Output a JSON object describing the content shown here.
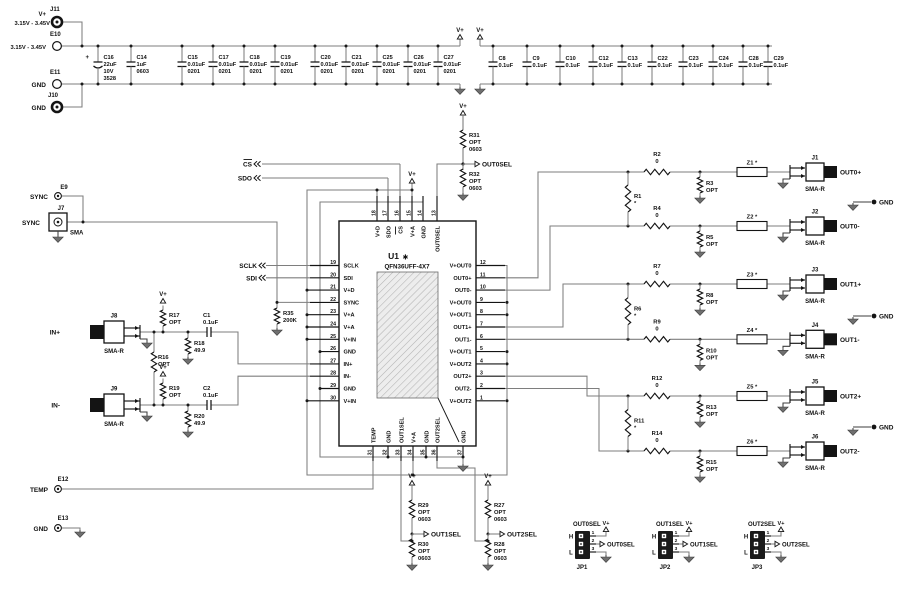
{
  "labels": {
    "vplus": "V+",
    "plus": "+"
  },
  "power": {
    "j11": "J11",
    "j11_signal": "V+",
    "j11_range": "3.15V - 3.45V",
    "e10": "E10",
    "e10_range": "3.15V - 3.45V",
    "e11": "E11",
    "e11_label": "GND",
    "j10": "J10",
    "j10_label": "GND"
  },
  "cap_bank1": [
    {
      "ref": "C16",
      "value": "22uF",
      "note": "10V",
      "size": "3528"
    },
    {
      "ref": "C14",
      "value": "1uF",
      "size": "0603"
    },
    {
      "ref": "C15",
      "value": "0.01uF",
      "size": "0201"
    },
    {
      "ref": "C17",
      "value": "0.01uF",
      "size": "0201"
    },
    {
      "ref": "C18",
      "value": "0.01uF",
      "size": "0201"
    },
    {
      "ref": "C19",
      "value": "0.01uF",
      "size": "0201"
    },
    {
      "ref": "C20",
      "value": "0.01uF",
      "size": "0201"
    },
    {
      "ref": "C21",
      "value": "0.01uF",
      "size": "0201"
    },
    {
      "ref": "C25",
      "value": "0.01uF",
      "size": "0201"
    },
    {
      "ref": "C26",
      "value": "0.01uF",
      "size": "0201"
    },
    {
      "ref": "C27",
      "value": "0.01uF",
      "size": "0201"
    }
  ],
  "cap_bank2": [
    {
      "ref": "C8",
      "value": "0.1uF"
    },
    {
      "ref": "C9",
      "value": "0.1uF"
    },
    {
      "ref": "C10",
      "value": "0.1uF"
    },
    {
      "ref": "C12",
      "value": "0.1uF"
    },
    {
      "ref": "C13",
      "value": "0.1uF"
    },
    {
      "ref": "C22",
      "value": "0.1uF"
    },
    {
      "ref": "C23",
      "value": "0.1uF"
    },
    {
      "ref": "C24",
      "value": "0.1uF"
    },
    {
      "ref": "C28",
      "value": "0.1uF"
    },
    {
      "ref": "C29",
      "value": "0.1uF"
    }
  ],
  "spi": {
    "cs": "CS",
    "sdo": "SDO",
    "sclk": "SCLK",
    "sdi": "SDI"
  },
  "sync": {
    "e9": "E9",
    "e9_label": "SYNC",
    "j7": "J7",
    "j7_label": "SYNC",
    "j7_type": "SMA"
  },
  "r35": {
    "ref": "R35",
    "value": "200K"
  },
  "r16": {
    "ref": "R16",
    "value": "OPT"
  },
  "inputs": [
    {
      "jack": "J8",
      "type": "SMA-R",
      "signal": "IN+",
      "pull_ref": "R17",
      "pull_val": "OPT",
      "term_ref": "R18",
      "term_val": "49.9",
      "cap_ref": "C1",
      "cap_val": "0.1uF"
    },
    {
      "jack": "J9",
      "type": "SMA-R",
      "signal": "IN-",
      "pull_ref": "R19",
      "pull_val": "OPT",
      "term_ref": "R20",
      "term_val": "49.9",
      "cap_ref": "C2",
      "cap_val": "0.1uF"
    }
  ],
  "chip": {
    "ref": "U1",
    "star": "✱",
    "part": "QFN36UFF-4X7",
    "left_pins": [
      {
        "n": "19",
        "label": "SCLK"
      },
      {
        "n": "20",
        "label": "SDI"
      },
      {
        "n": "21",
        "label": "V+D"
      },
      {
        "n": "22",
        "label": "SYNC"
      },
      {
        "n": "23",
        "label": "V+A"
      },
      {
        "n": "24",
        "label": "V+A"
      },
      {
        "n": "25",
        "label": "V+IN"
      },
      {
        "n": "26",
        "label": "GND"
      },
      {
        "n": "27",
        "label": "IN+"
      },
      {
        "n": "28",
        "label": "IN-"
      },
      {
        "n": "29",
        "label": "GND"
      },
      {
        "n": "30",
        "label": "V+IN"
      }
    ],
    "right_pins": [
      {
        "n": "12",
        "label": "V+OUT0"
      },
      {
        "n": "11",
        "label": "OUT0+"
      },
      {
        "n": "10",
        "label": "OUT0-"
      },
      {
        "n": "9",
        "label": "V+OUT0"
      },
      {
        "n": "8",
        "label": "V+OUT1"
      },
      {
        "n": "7",
        "label": "OUT1+"
      },
      {
        "n": "6",
        "label": "OUT1-"
      },
      {
        "n": "5",
        "label": "V+OUT1"
      },
      {
        "n": "4",
        "label": "V+OUT2"
      },
      {
        "n": "3",
        "label": "OUT2+"
      },
      {
        "n": "2",
        "label": "OUT2-"
      },
      {
        "n": "1",
        "label": "V+OUT2"
      }
    ],
    "top_pins": [
      {
        "n": "18",
        "label": "V+D"
      },
      {
        "n": "17",
        "label": "SDO"
      },
      {
        "n": "16",
        "label": "CS"
      },
      {
        "n": "15",
        "label": "V+A"
      },
      {
        "n": "14",
        "label": "GND"
      },
      {
        "n": "13",
        "label": "OUT0SEL"
      }
    ],
    "bottom_pins": [
      {
        "n": "31",
        "label": "TEMP"
      },
      {
        "n": "32",
        "label": "GND"
      },
      {
        "n": "33",
        "label": "OUT1SEL"
      },
      {
        "n": "34",
        "label": "V+A"
      },
      {
        "n": "35",
        "label": "GND"
      },
      {
        "n": "36",
        "label": "OUT2SEL"
      },
      {
        "n": "37",
        "label": "GND"
      }
    ]
  },
  "sel_stacks": [
    {
      "top_ref": "R31",
      "top_val": "OPT",
      "top_size": "0603",
      "bot_ref": "R32",
      "bot_val": "OPT",
      "bot_size": "0603",
      "signal": "OUT0SEL"
    },
    {
      "top_ref": "R29",
      "top_val": "OPT",
      "top_size": "0603",
      "bot_ref": "R30",
      "bot_val": "OPT",
      "bot_size": "0603",
      "signal": "OUT1SEL"
    },
    {
      "top_ref": "R27",
      "top_val": "OPT",
      "top_size": "0603",
      "bot_ref": "R28",
      "bot_val": "OPT",
      "bot_size": "0603",
      "signal": "OUT2SEL"
    }
  ],
  "output_rows": [
    {
      "series_ref": "R2",
      "series_val": "0",
      "shunt_ref": "R3",
      "shunt_val": "OPT",
      "z": "Z1 *",
      "jack": "J1",
      "jack_type": "SMA-R",
      "signal": "OUT0+"
    },
    {
      "series_ref": "R4",
      "series_val": "0",
      "shunt_ref": "R5",
      "shunt_val": "OPT",
      "z": "Z2 *",
      "jack": "J2",
      "jack_type": "SMA-R",
      "signal": "OUT0-"
    },
    {
      "series_ref": "R7",
      "series_val": "0",
      "shunt_ref": "R8",
      "shunt_val": "OPT",
      "z": "Z3 *",
      "jack": "J3",
      "jack_type": "SMA-R",
      "signal": "OUT1+"
    },
    {
      "series_ref": "R9",
      "series_val": "0",
      "shunt_ref": "R10",
      "shunt_val": "OPT",
      "z": "Z4 *",
      "jack": "J4",
      "jack_type": "SMA-R",
      "signal": "OUT1-"
    },
    {
      "series_ref": "R12",
      "series_val": "0",
      "shunt_ref": "R13",
      "shunt_val": "OPT",
      "z": "Z5 *",
      "jack": "J5",
      "jack_type": "SMA-R",
      "signal": "OUT2+"
    },
    {
      "series_ref": "R14",
      "series_val": "0",
      "shunt_ref": "R15",
      "shunt_val": "OPT",
      "z": "Z6 *",
      "jack": "J6",
      "jack_type": "SMA-R",
      "signal": "OUT2-"
    }
  ],
  "cross_rs": [
    {
      "ref": "R1",
      "val": "*"
    },
    {
      "ref": "R6",
      "val": "*"
    },
    {
      "ref": "R11",
      "val": "*"
    }
  ],
  "gnd_points": [
    "GND",
    "GND",
    "GND"
  ],
  "jumpers": [
    {
      "title": "OUT0SEL",
      "h": "H",
      "l": "L",
      "p1": "1",
      "p2": "2",
      "p3": "3",
      "signal": "OUT0SEL",
      "ref": "JP1"
    },
    {
      "title": "OUT1SEL",
      "h": "H",
      "l": "L",
      "p1": "1",
      "p2": "2",
      "p3": "3",
      "signal": "OUT1SEL",
      "ref": "JP2"
    },
    {
      "title": "OUT2SEL",
      "h": "H",
      "l": "L",
      "p1": "1",
      "p2": "2",
      "p3": "3",
      "signal": "OUT2SEL",
      "ref": "JP3"
    }
  ],
  "temp": {
    "e12": "E12",
    "label": "TEMP"
  },
  "gnd_tp": {
    "e13": "E13",
    "label": "GND"
  }
}
